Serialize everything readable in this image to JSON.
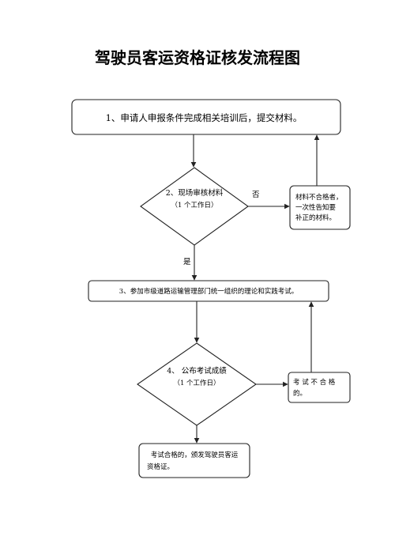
{
  "title": "驾驶员客运资格证核发流程图",
  "steps": {
    "s1": "1、申请人申报条件完成相关培训后，提交材料。",
    "s2_line1": "2、现场审核材料",
    "s2_line2": "（1 个工作日）",
    "s3": "3、参加市级道路运输管理部门统一组织的理论和实践考试。",
    "s4_line1": "4、 公布考试成绩",
    "s4_line2": "（1 个工作日）",
    "s5_line1": "考试合格的，颁发驾驶员客运",
    "s5_line2": "资格证。"
  },
  "branches": {
    "reject1_line1": "材料不合格者，",
    "reject1_line2": "一次性告知要",
    "reject1_line3": "补正的材料。",
    "reject2_line1": "考 试 不 合 格",
    "reject2_line2": "的。"
  },
  "labels": {
    "no": "否",
    "yes": "是"
  }
}
